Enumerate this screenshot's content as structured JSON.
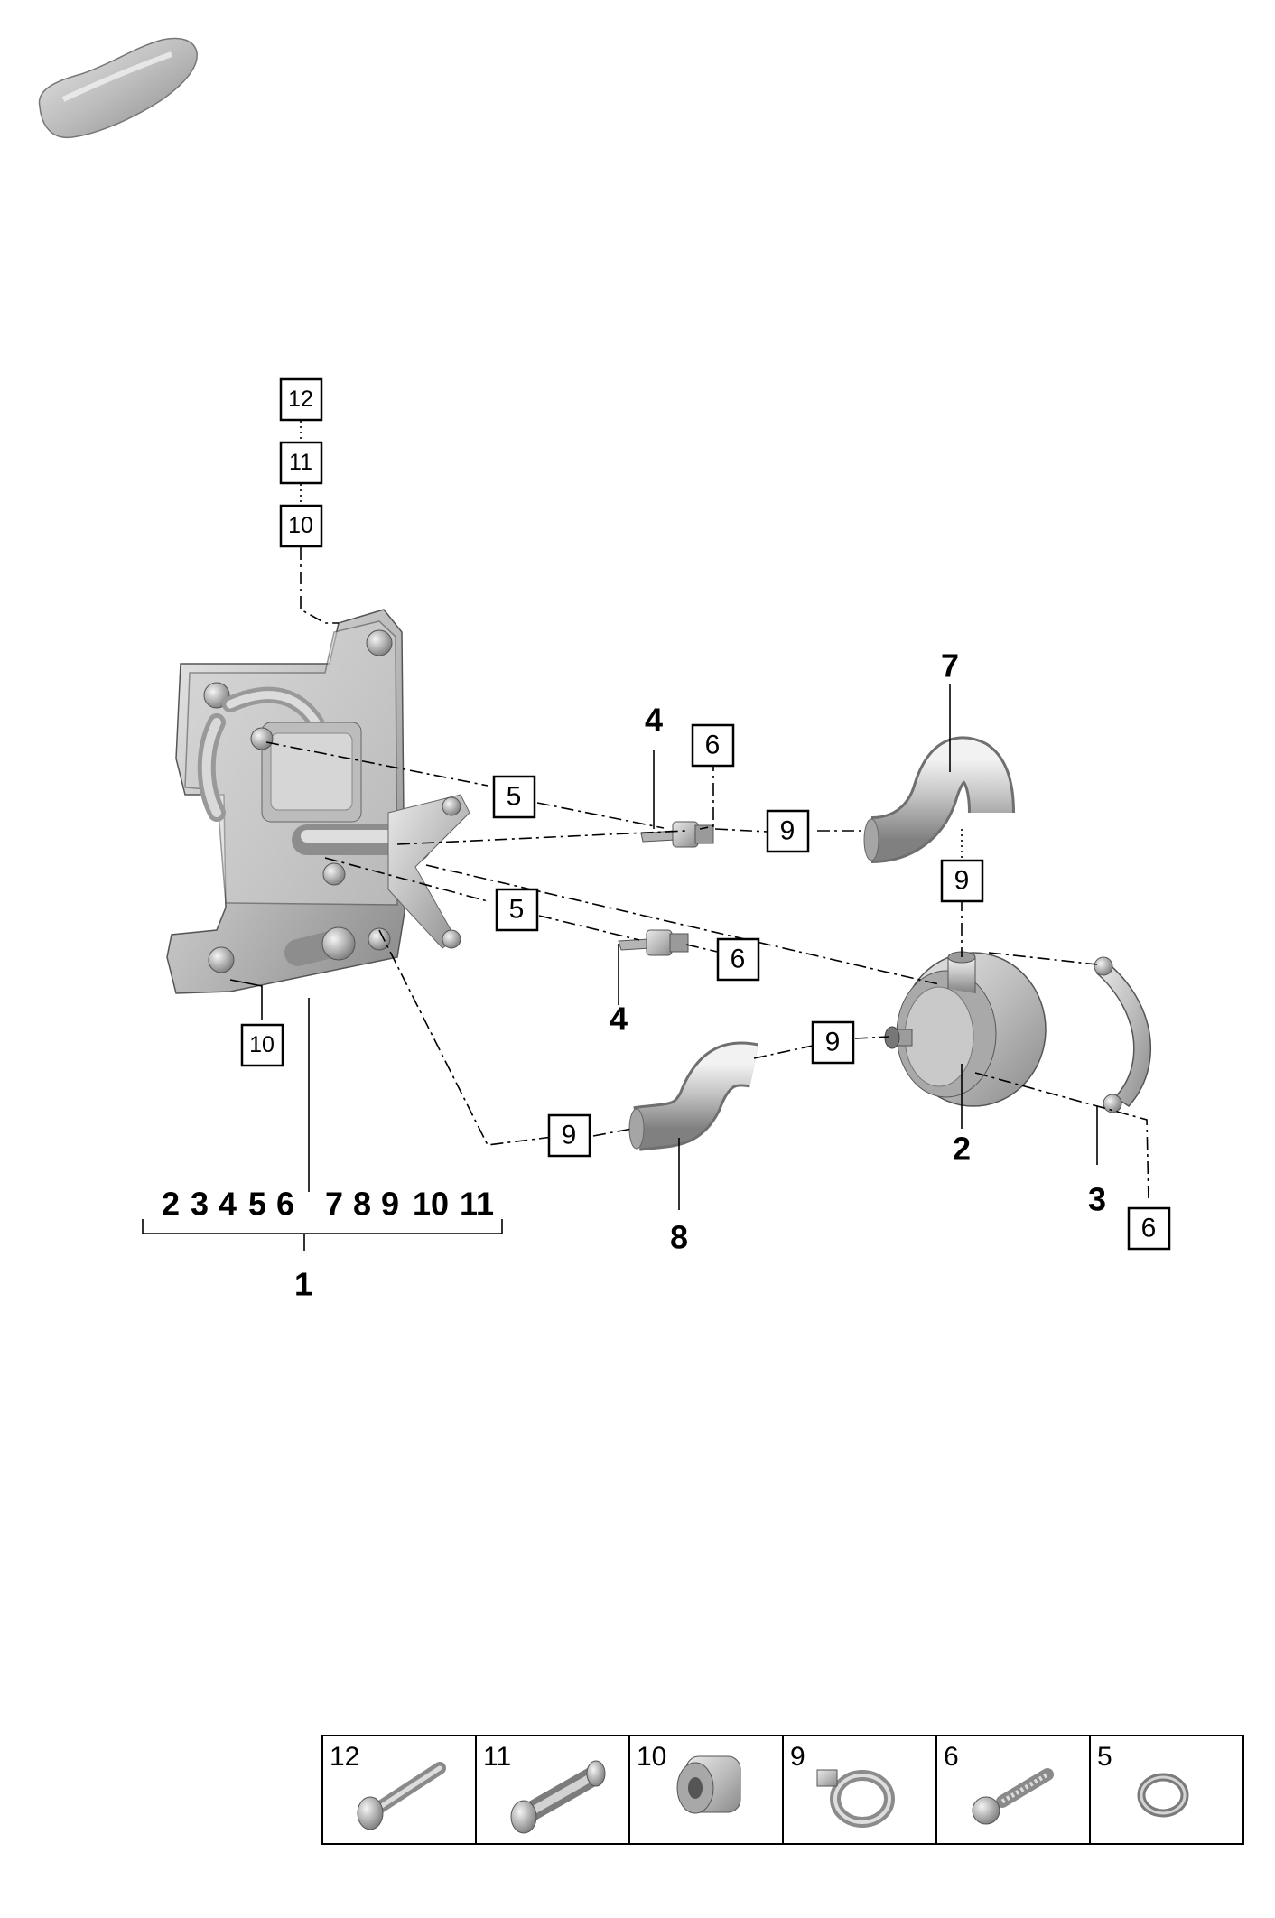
{
  "callouts": {
    "c12_top": "12",
    "c11_top": "11",
    "c10_top": "10",
    "c10_bottom": "10",
    "c5_a": "5",
    "c5_b": "5",
    "c6_a": "6",
    "c6_b": "6",
    "c6_c": "6",
    "c9_a": "9",
    "c9_b": "9",
    "c9_c": "9",
    "c9_d": "9"
  },
  "labels": {
    "l1": "1",
    "l2": "2",
    "l3": "3",
    "l4_a": "4",
    "l4_b": "4",
    "l7": "7",
    "l8": "8"
  },
  "assembly_contents": [
    "2",
    "3",
    "4",
    "5",
    "6",
    "7",
    "8",
    "9",
    "10",
    "11"
  ],
  "legend": [
    {
      "number": "12",
      "icon": "bolt-icon"
    },
    {
      "number": "11",
      "icon": "spacer-sleeve-icon"
    },
    {
      "number": "10",
      "icon": "rubber-bushing-icon"
    },
    {
      "number": "9",
      "icon": "hose-clamp-icon"
    },
    {
      "number": "6",
      "icon": "screw-icon"
    },
    {
      "number": "5",
      "icon": "o-ring-icon"
    }
  ]
}
